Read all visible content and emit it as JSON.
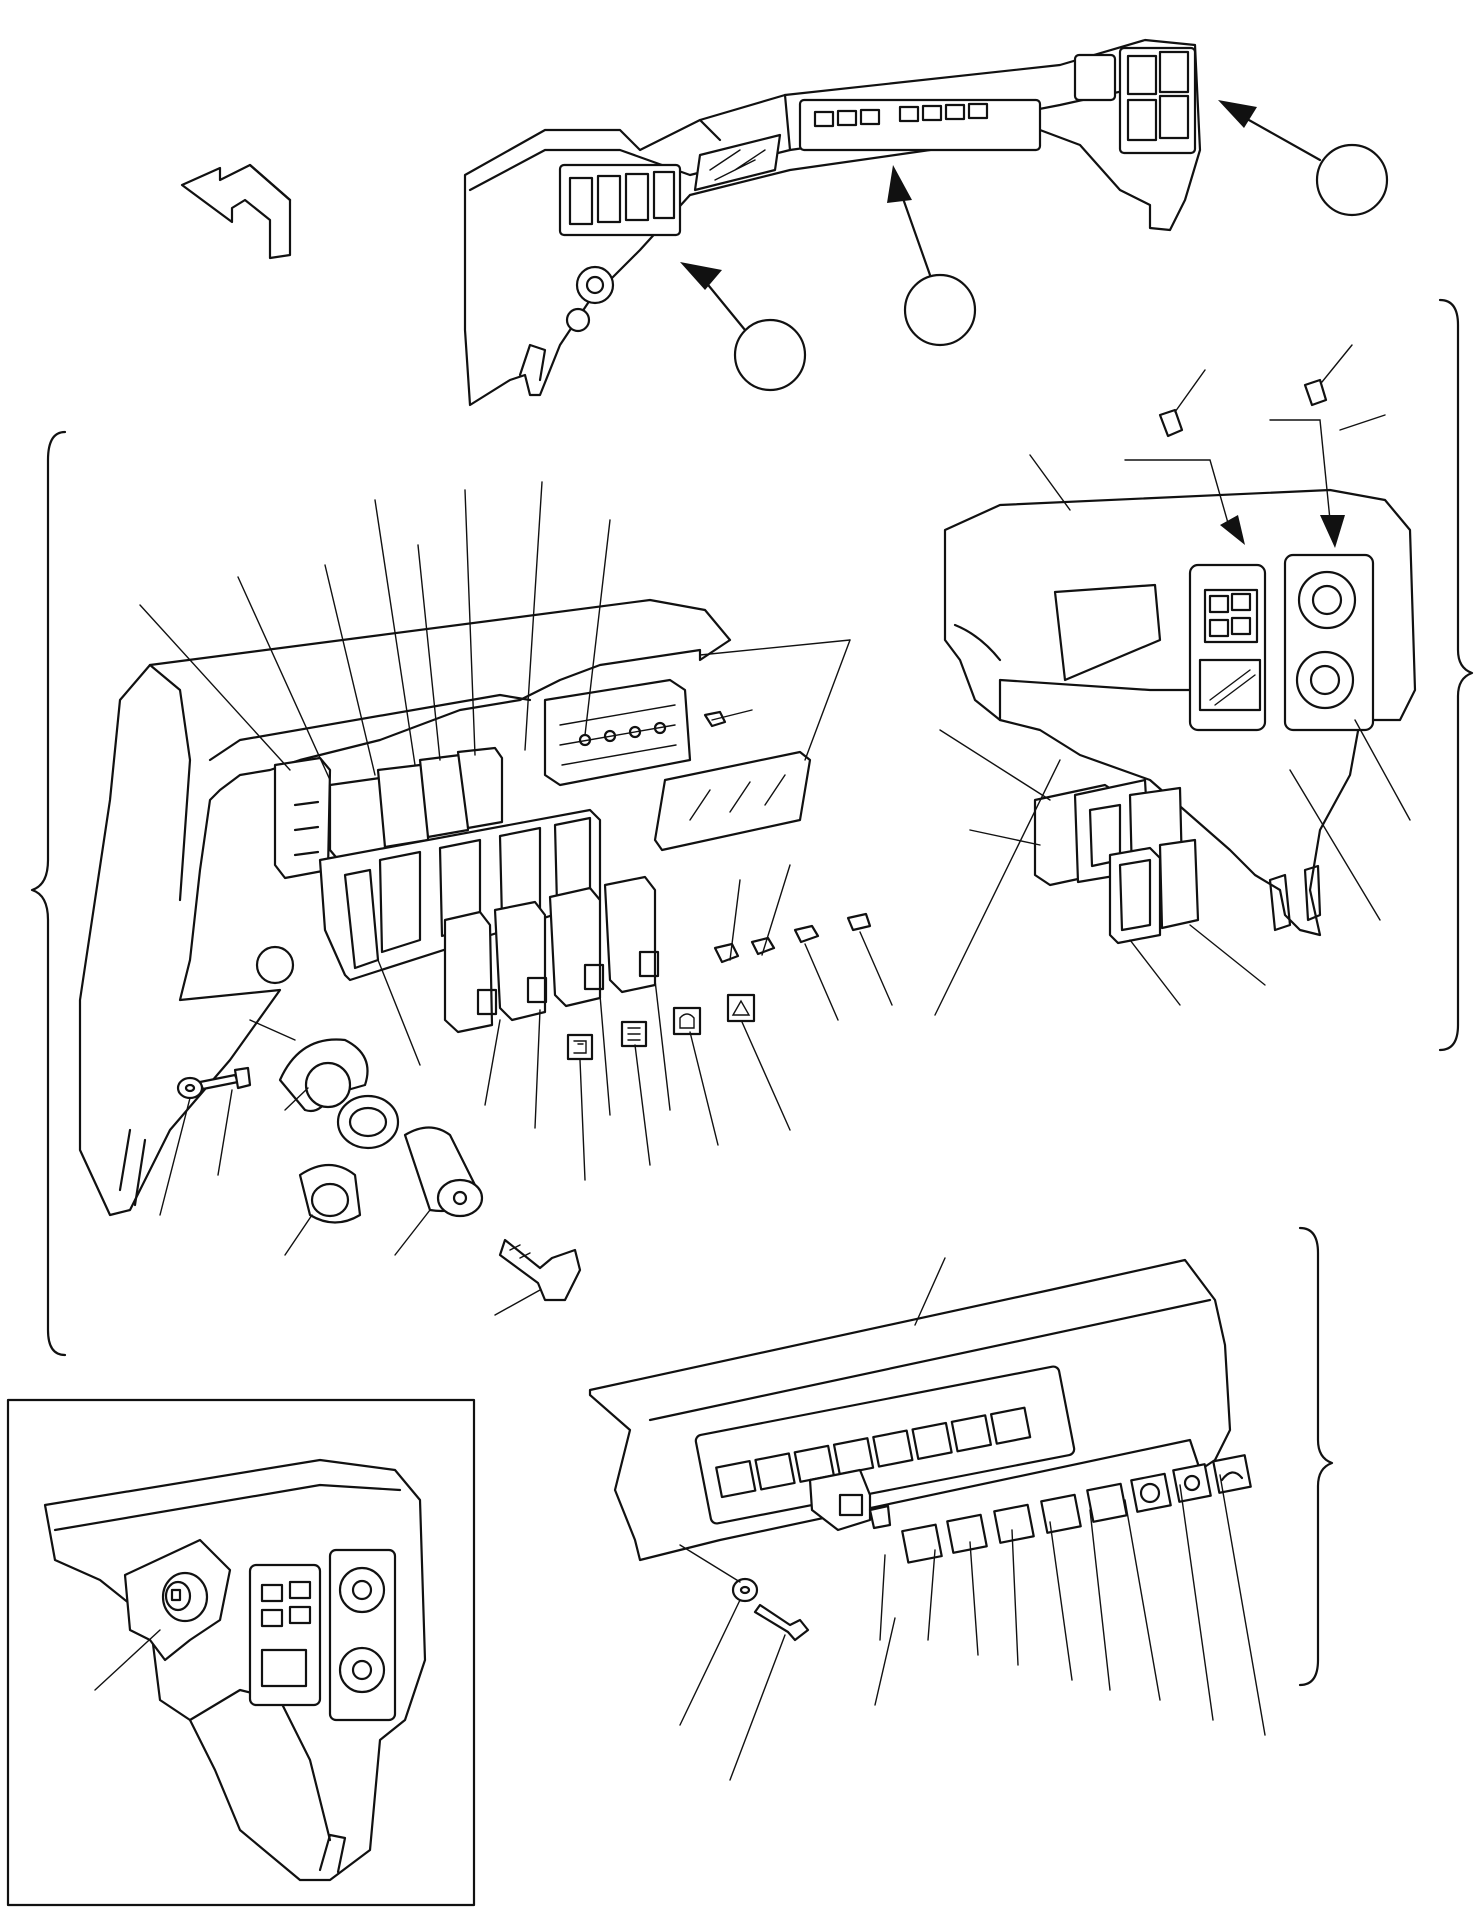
{
  "figure": {
    "callout_circles": [
      {
        "id": "callout-1",
        "label": ""
      },
      {
        "id": "callout-2",
        "label": ""
      },
      {
        "id": "callout-3",
        "label": ""
      }
    ],
    "direction_arrow": {
      "icon": "forward-direction-arrow-icon"
    },
    "brackets": {
      "left": "left-brace",
      "right_upper": "right-brace-upper",
      "right_lower": "right-brace-lower"
    },
    "icons": [
      "headlight-icon",
      "low-beam-icon",
      "beacon-icon",
      "hazard-triangle-icon",
      "work-light-icon",
      "parking-brake-icon",
      "rear-fog-icon",
      "wiper-icon"
    ]
  }
}
